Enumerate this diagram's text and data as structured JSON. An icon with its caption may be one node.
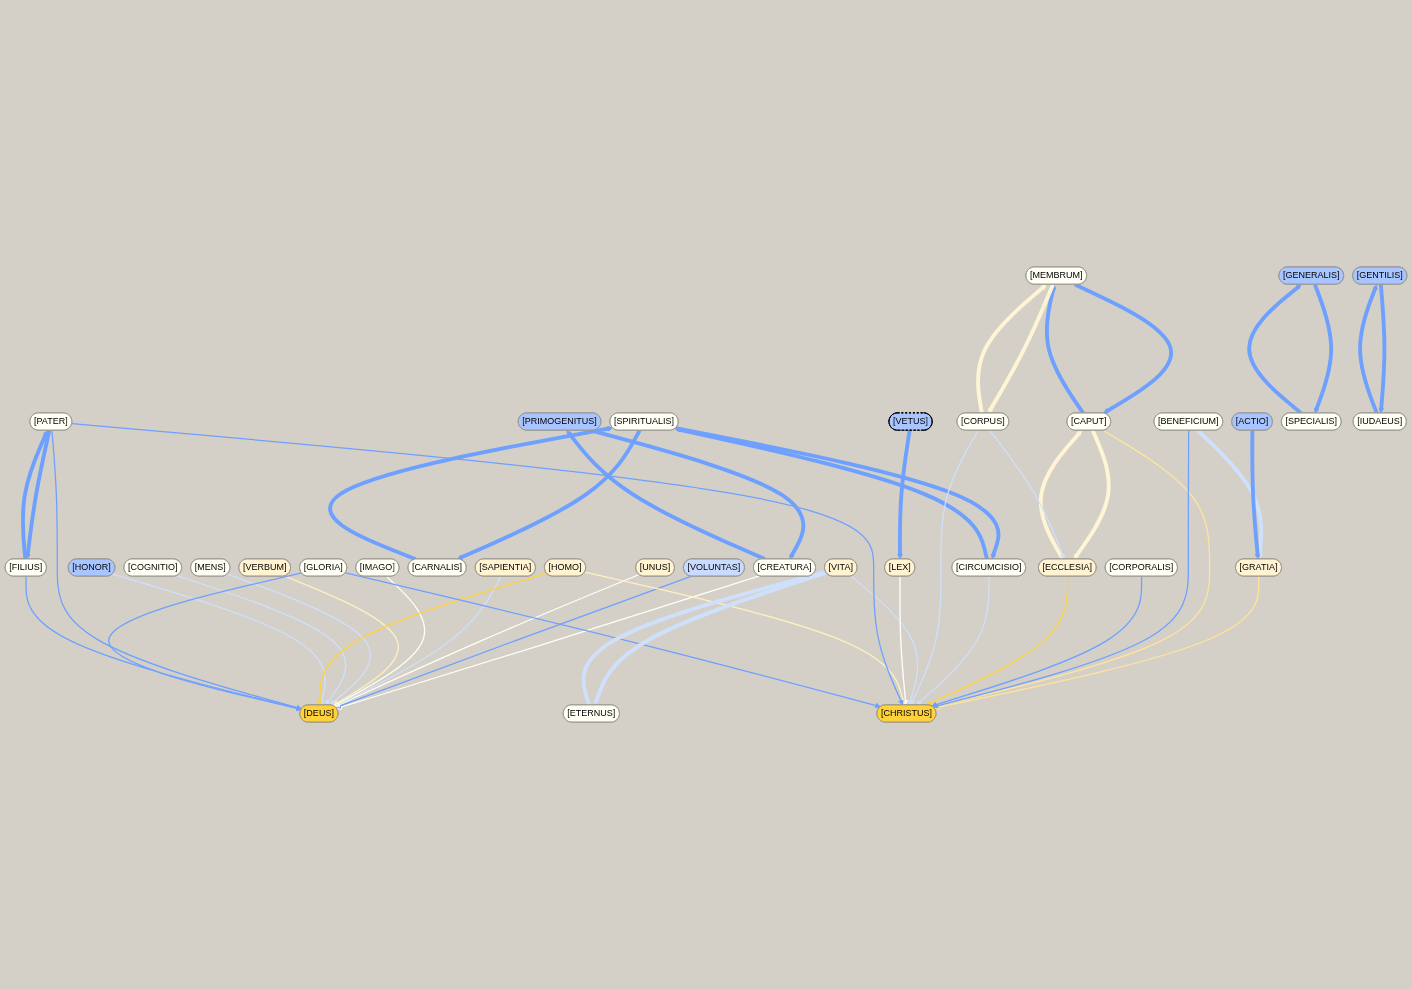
{
  "diagram": {
    "nodes": [
      {
        "text": [
          "[MEMBRUM]"
        ]
      },
      {
        "text": [
          "[PRIMOGENITUS]"
        ]
      },
      {
        "text": [
          "[CREATURA]"
        ]
      },
      {
        "text": [
          "[CORPORALIS]"
        ]
      },
      {
        "text": [
          "[CAPUT]"
        ]
      },
      {
        "text": [
          "[ECCLESIA]"
        ]
      },
      {
        "text": [
          "[SPIRITUALIS]"
        ]
      },
      {
        "text": [
          "[VOLUNTAS]"
        ]
      },
      {
        "text": [
          "[SAPIENTIA]"
        ]
      },
      {
        "text": [
          "[CIRCUMCISIO]"
        ]
      },
      {
        "text": [
          "[UNUS]"
        ]
      },
      {
        "text": [
          "[BENEFICIUM]"
        ]
      },
      {
        "text": [
          "[IMAGO]"
        ]
      },
      {
        "text": [
          "[CARNALIS]"
        ]
      },
      {
        "text": [
          "[VERBUM]"
        ]
      },
      {
        "text": [
          "[MENS]"
        ]
      },
      {
        "text": [
          "[DEUS]"
        ]
      },
      {
        "text": [
          "[GRATIA]"
        ]
      },
      {
        "text": [
          "[CHRISTUS]"
        ]
      },
      {
        "text": [
          "[CORPUS]"
        ]
      },
      {
        "text": [
          "[COGNITIO]"
        ]
      },
      {
        "text": [
          "[ACTIO]"
        ]
      },
      {
        "text": [
          "[VITA]"
        ]
      },
      {
        "text": [
          "[HOMO]"
        ]
      },
      {
        "text": [
          "[LEX]"
        ]
      },
      {
        "text": [
          "[HONOR]"
        ]
      },
      {
        "text": [
          "[ETERNUS]"
        ]
      },
      {
        "text": [
          "[VETUS]"
        ]
      },
      {
        "text": [
          "[PATER]"
        ]
      },
      {
        "text": [
          "[GENERALIS]"
        ]
      },
      {
        "text": [
          "[SPECIALIS]"
        ]
      },
      {
        "text": [
          "[GENTILIS]"
        ]
      },
      {
        "text": [
          "[IUDAEUS]"
        ]
      },
      {
        "text": [
          "[FILIUS]"
        ]
      },
      {
        "text": [
          "[GLORIA]"
        ]
      }
    ],
    "edges": [
      {
        "from": 4,
        "to": 0,
        "arrow": "to",
        "style": "thick"
      },
      {
        "from": 0,
        "to": 4,
        "arrow": "to",
        "style": "thick"
      },
      {
        "from": 19,
        "to": 0,
        "arrow": "to",
        "style": "thick",
        "color": "#fff4d4"
      },
      {
        "from": 0,
        "to": 19,
        "arrow": "to",
        "style": "thick",
        "color": "#fff4d4"
      },
      {
        "from": 1,
        "to": 2,
        "arrow": "to",
        "style": "thick"
      },
      {
        "from": 2,
        "to": 1,
        "arrow": "to",
        "style": "thick"
      },
      {
        "from": 4,
        "to": 5,
        "arrow": "to",
        "style": "thick",
        "color": "#fff4d4"
      },
      {
        "from": 5,
        "to": 4,
        "arrow": "to",
        "style": "thick",
        "color": "#fff4d4"
      },
      {
        "from": 9,
        "to": 6,
        "arrow": "to",
        "style": "thick"
      },
      {
        "from": 6,
        "to": 9,
        "arrow": "to",
        "style": "thick"
      },
      {
        "from": 6,
        "to": 13,
        "arrow": "to",
        "style": "thick"
      },
      {
        "from": 13,
        "to": 6,
        "arrow": "to",
        "style": "thick"
      },
      {
        "from": 2,
        "to": 16,
        "arrow": "to",
        "color": "#fffff6"
      },
      {
        "from": 7,
        "to": 16,
        "arrow": "to"
      },
      {
        "from": 10,
        "to": 16,
        "arrow": "to",
        "color": "#fffff6"
      },
      {
        "from": 8,
        "to": 16,
        "arrow": "to",
        "color": "#cfe0fc"
      },
      {
        "from": 12,
        "to": 16,
        "arrow": "to",
        "color": "#fffff6"
      },
      {
        "from": 14,
        "to": 16,
        "arrow": "to",
        "color": "#fff0c0"
      },
      {
        "from": 15,
        "to": 16,
        "arrow": "to",
        "color": "#cfe0fc"
      },
      {
        "from": 20,
        "to": 16,
        "arrow": "to",
        "color": "#cfe0fc"
      },
      {
        "from": 25,
        "to": 16,
        "arrow": "to",
        "color": "#cfe0fc"
      },
      {
        "from": 23,
        "to": 16,
        "arrow": "to",
        "color": "#ffd23c"
      },
      {
        "from": 28,
        "to": 16,
        "arrow": "to"
      },
      {
        "from": 33,
        "to": 16,
        "arrow": "to"
      },
      {
        "from": 34,
        "to": 16,
        "arrow": "to"
      },
      {
        "from": 11,
        "to": 17,
        "arrow": "to",
        "style": "thick",
        "color": "#cfe0fc"
      },
      {
        "from": 21,
        "to": 17,
        "arrow": "to",
        "style": "thick"
      },
      {
        "from": 17,
        "to": 18,
        "arrow": "to",
        "color": "#ffe49a"
      },
      {
        "from": 4,
        "to": 18,
        "arrow": "to",
        "color": "#ffe49a"
      },
      {
        "from": 11,
        "to": 18,
        "arrow": "to"
      },
      {
        "from": 3,
        "to": 18,
        "arrow": "to"
      },
      {
        "from": 5,
        "to": 18,
        "arrow": "to",
        "color": "#ffd23c"
      },
      {
        "from": 9,
        "to": 18,
        "arrow": "to",
        "color": "#cfe0fc"
      },
      {
        "from": 19,
        "to": 18,
        "arrow": "to",
        "color": "#cfe0fc"
      },
      {
        "from": 19,
        "to": 5,
        "arrow": "to",
        "color": "#cfe0fc"
      },
      {
        "from": 22,
        "to": 18,
        "arrow": "to",
        "color": "#cfe0fc"
      },
      {
        "from": 24,
        "to": 18,
        "arrow": "to",
        "color": "#fffff6"
      },
      {
        "from": 23,
        "to": 18,
        "arrow": "to",
        "color": "#fff0c0"
      },
      {
        "from": 28,
        "to": 18,
        "arrow": "to"
      },
      {
        "from": 34,
        "to": 18,
        "arrow": "to"
      },
      {
        "from": 22,
        "to": 26,
        "arrow": "to",
        "style": "thick",
        "color": "#cfe0fc"
      },
      {
        "from": 26,
        "to": 22,
        "arrow": "to",
        "style": "thick",
        "color": "#cfe0fc"
      },
      {
        "from": 27,
        "to": 24,
        "arrow": "to",
        "style": "thick"
      },
      {
        "from": 33,
        "to": 28,
        "arrow": "to",
        "style": "thick"
      },
      {
        "from": 28,
        "to": 33,
        "arrow": "to",
        "style": "thick"
      },
      {
        "from": 29,
        "to": 30,
        "arrow": "to",
        "style": "thick"
      },
      {
        "from": 30,
        "to": 29,
        "arrow": "to",
        "style": "thick"
      },
      {
        "from": 31,
        "to": 32,
        "arrow": "to",
        "style": "thick"
      },
      {
        "from": 32,
        "to": 31,
        "arrow": "to",
        "style": "thick"
      }
    ]
  }
}
